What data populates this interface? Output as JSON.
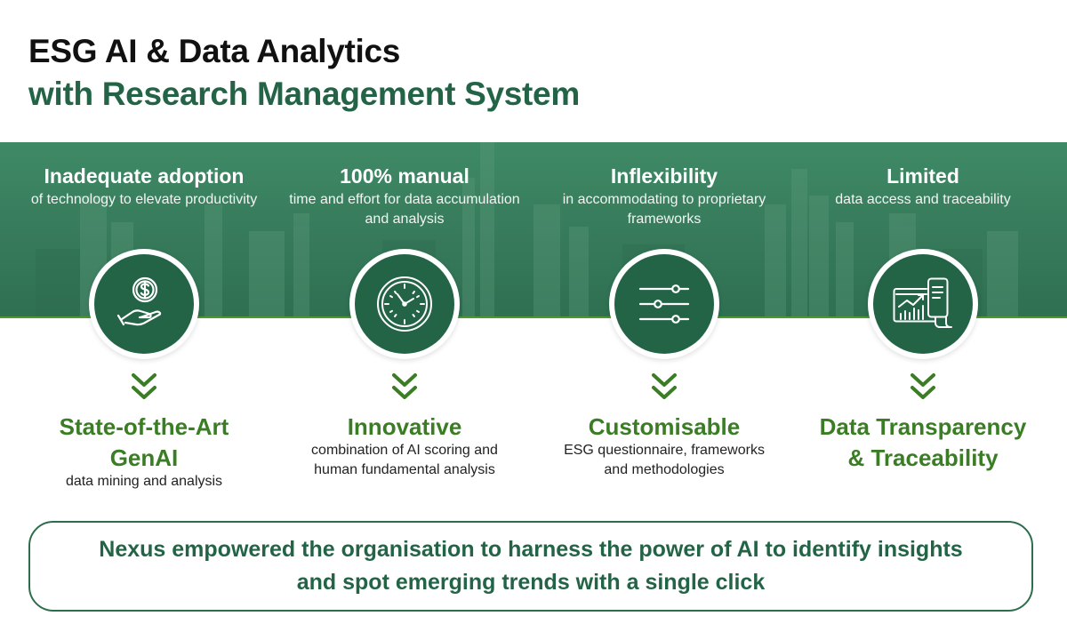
{
  "title": {
    "line1": "ESG AI & Data Analytics",
    "line2": "with Research Management System"
  },
  "columns": [
    {
      "problem_heading": "Inadequate adoption",
      "problem_desc": "of technology to elevate productivity",
      "icon": "money-hand-icon",
      "solution_heading": "State-of-the-Art GenAI",
      "solution_desc": "data mining and analysis"
    },
    {
      "problem_heading": "100% manual",
      "problem_desc": "time and effort for data accumulation and analysis",
      "icon": "clock-icon",
      "solution_heading": "Innovative",
      "solution_desc": "combination of AI scoring and human fundamental analysis"
    },
    {
      "problem_heading": "Inflexibility",
      "problem_desc": "in accommodating to proprietary frameworks",
      "icon": "sliders-icon",
      "solution_heading": "Customisable",
      "solution_desc": "ESG questionnaire, frameworks and methodologies"
    },
    {
      "problem_heading": "Limited",
      "problem_desc": "data access and traceability",
      "icon": "chart-document-icon",
      "solution_heading": "Data Transparency & Traceability",
      "solution_desc": ""
    }
  ],
  "summary": "Nexus empowered the organisation to harness the power of AI to identify insights and spot emerging trends with a single click",
  "colors": {
    "brand_green": "#236447",
    "accent_green": "#3a7d25",
    "band_green": "#3a8060"
  }
}
